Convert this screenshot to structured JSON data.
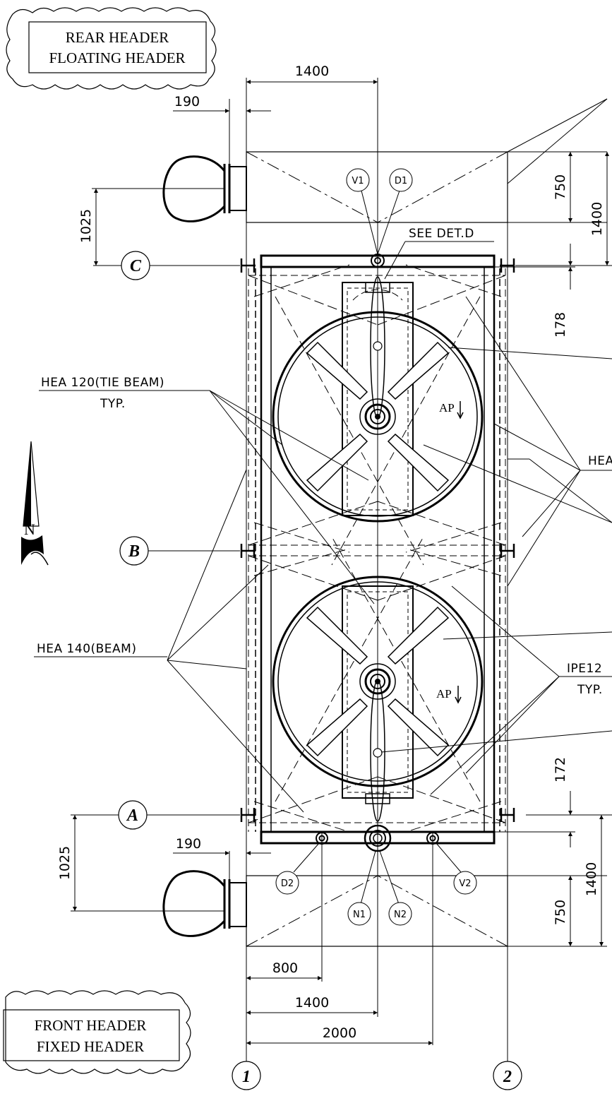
{
  "notes": {
    "rear_line1": "REAR HEADER",
    "rear_line2": "FLOATING HEADER",
    "front_line1": "FRONT HEADER",
    "front_line2": "FIXED HEADER"
  },
  "dimensions": {
    "top_1400": "1400",
    "top_190": "190",
    "rear_1025": "1025",
    "right_750_top": "750",
    "right_1400_top": "1400",
    "right_178": "178",
    "right_172": "172",
    "bottom_190": "190",
    "front_1025": "1025",
    "right_1400_bottom": "1400",
    "right_750_bottom": "750",
    "bottom_800": "800",
    "bottom_1400": "1400",
    "bottom_2000": "2000"
  },
  "grid": {
    "c": "C",
    "b": "B",
    "a": "A",
    "one": "1",
    "two": "2"
  },
  "nozzles": {
    "v1": "V1",
    "d1": "D1",
    "d2": "D2",
    "n1": "N1",
    "n2": "N2",
    "v2": "V2"
  },
  "labels": {
    "see_det": "SEE DET.D",
    "tie_beam": "HEA 120(TIE BEAM)",
    "tie_beam_typ": "TYP.",
    "beam": "HEA 140(BEAM)",
    "ipe": "IPE12",
    "ipe_typ": "TYP.",
    "hea_right": "HEA",
    "ap_top": "AP",
    "ap_bottom": "AP",
    "north": "N"
  }
}
